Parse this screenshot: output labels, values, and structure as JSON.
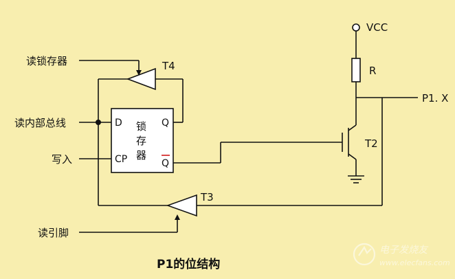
{
  "labels": {
    "read_latch": "读锁存器",
    "read_bus": "读内部总线",
    "write": "写入",
    "read_pin": "读引脚",
    "t4": "T4",
    "t3": "T3",
    "t2": "T2",
    "vcc": "VCC",
    "resistor": "R",
    "port": "P1. X",
    "caption": "P1的位结构"
  },
  "latch": {
    "name_chars": [
      "锁",
      "存",
      "器"
    ],
    "pins": {
      "d": "D",
      "cp": "CP",
      "q": "Q",
      "qbar": "Q"
    }
  },
  "watermark": {
    "cn": "电子发烧友",
    "url": "www.elecfans.com"
  }
}
